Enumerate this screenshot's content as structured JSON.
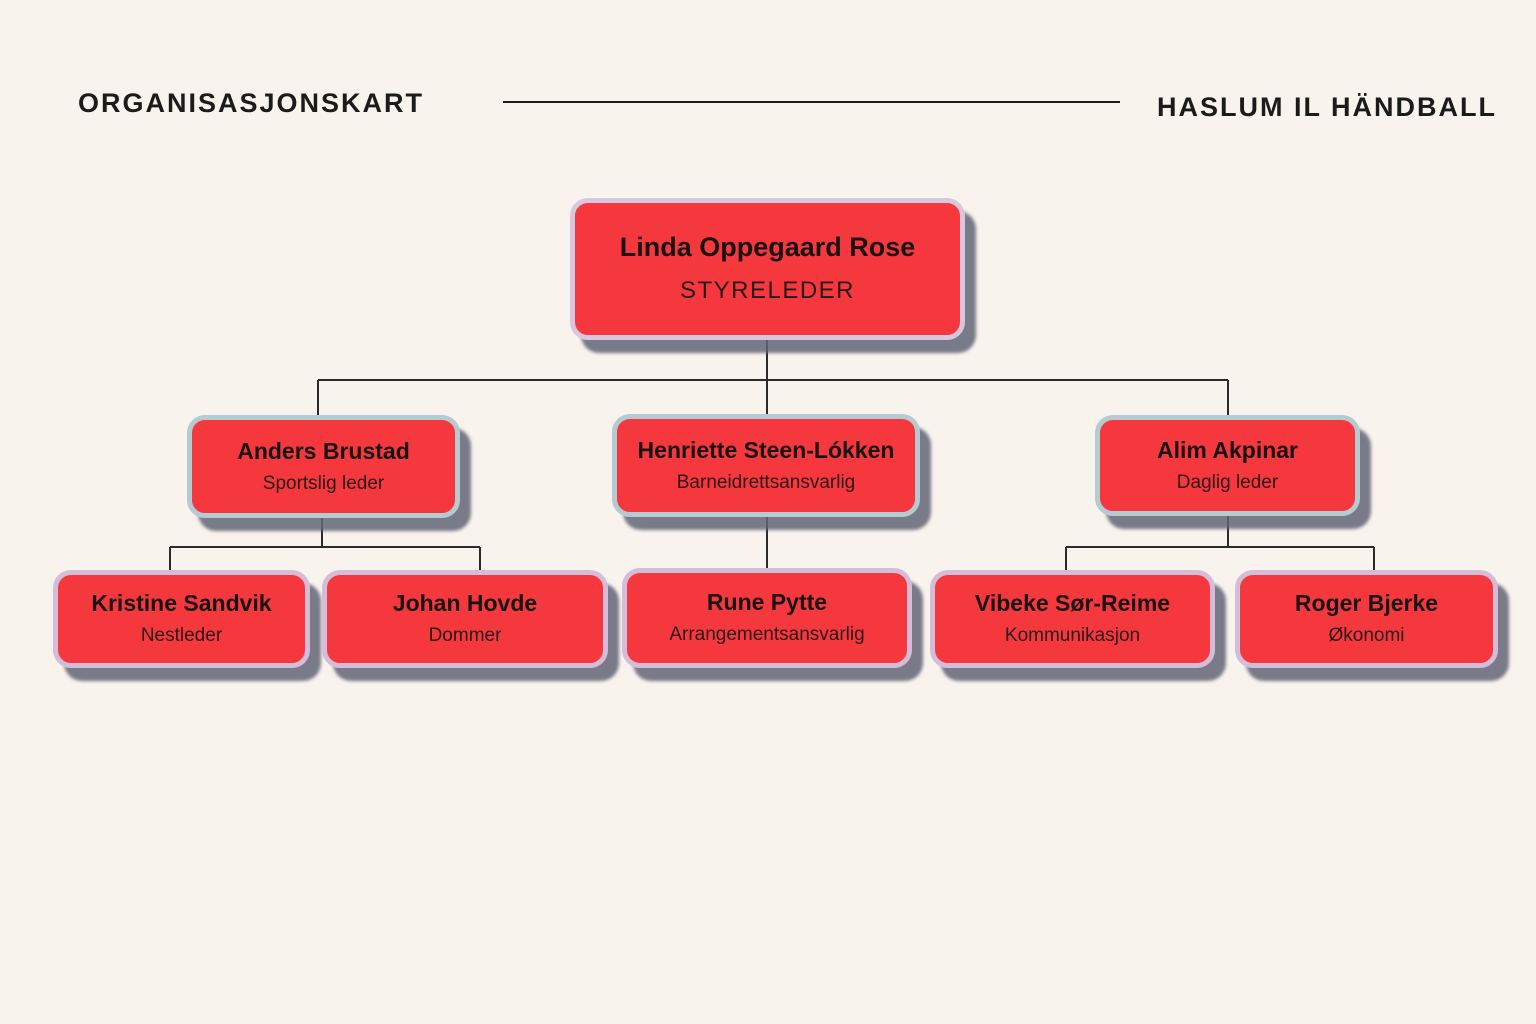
{
  "header": {
    "title": "ORGANISASJONSKART",
    "org": "HASLUM IL HÄNDBALL"
  },
  "nodes": {
    "root": {
      "name": "Linda Oppegaard Rose",
      "role": "STYRELEDER"
    },
    "level2": [
      {
        "name": "Anders Brustad",
        "role": "Sportslig leder"
      },
      {
        "name": "Henriette Steen-Lókken",
        "role": "Barneidrettsansvarlig"
      },
      {
        "name": "Alim Akpinar",
        "role": "Daglig leder"
      }
    ],
    "level3": [
      {
        "name": "Kristine Sandvik",
        "role": "Nestleder"
      },
      {
        "name": "Johan Hovde",
        "role": "Dommer"
      },
      {
        "name": "Rune Pytte",
        "role": "Arrangementsansvarlig"
      },
      {
        "name": "Vibeke Sør-Reime",
        "role": "Kommunikasjon"
      },
      {
        "name": "Roger Bjerke",
        "role": "Økonomi"
      }
    ]
  },
  "colors": {
    "background": "#f9f3ed",
    "node_fill": "#f4383e",
    "border_level1": "#d9c7de",
    "border_level2": "#b6cad1",
    "border_level3": "#d5bdda",
    "shadow": "#636576",
    "connector_line": "#2b2b2b",
    "text": "#1b1b1b"
  }
}
